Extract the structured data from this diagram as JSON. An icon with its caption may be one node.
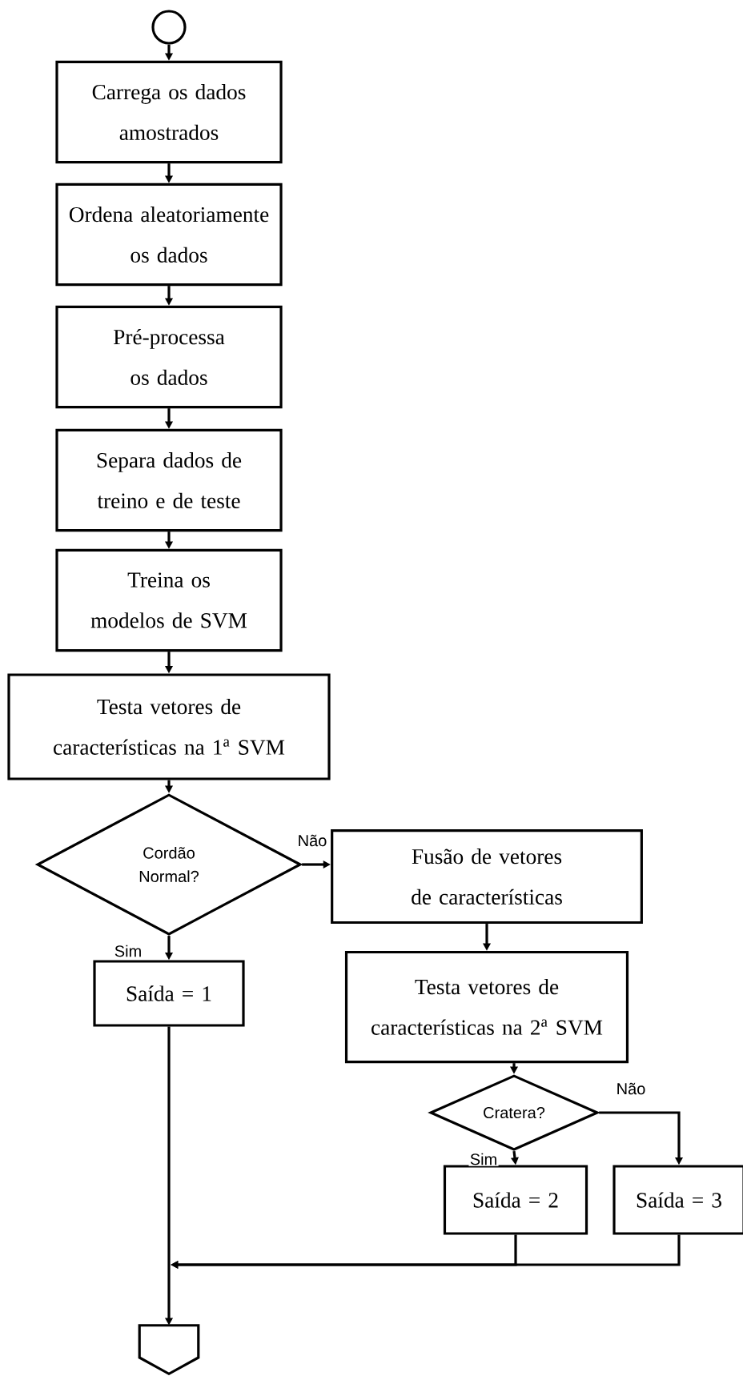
{
  "diagram": {
    "nodes": [
      {
        "text": [],
        "shape": "circle"
      },
      {
        "text": [
          "Carrega os dados amostrados"
        ]
      },
      {
        "text": [
          "Ordena aleatoriamente os dados"
        ]
      },
      {
        "text": [
          "Pré-processa os dados"
        ]
      },
      {
        "text": [
          "Separa dados de treino e de teste"
        ]
      },
      {
        "text": [
          "Treina os modelos de SVM"
        ]
      },
      {
        "text": [
          "Testa vetores de características na 1$^{a}$ SVM"
        ]
      },
      {
        "text": [
          "Cordão Normal?"
        ]
      },
      {
        "text": [
          "Fusão de vetores de características"
        ]
      },
      {
        "text": [
          "Saída = 1"
        ]
      },
      {
        "text": [
          "Testa vetores de características na 2$^{a}$ SVM"
        ]
      },
      {
        "text": [
          "Cratera?"
        ]
      },
      {
        "text": [
          "Saída = 2"
        ]
      },
      {
        "text": [
          "Saída = 3"
        ]
      },
      {
        "text": [],
        "shape": "pentagon"
      }
    ],
    "edges": [
      {
        "from": 0,
        "to": 1,
        "arrow": "to"
      },
      {
        "from": 1,
        "to": 2,
        "arrow": "to"
      },
      {
        "from": 2,
        "to": 3,
        "arrow": "to"
      },
      {
        "from": 3,
        "to": 4,
        "arrow": "to"
      },
      {
        "from": 4,
        "to": 5,
        "arrow": "to"
      },
      {
        "from": 5,
        "to": 6,
        "arrow": "to"
      },
      {
        "from": 6,
        "to": 7,
        "arrow": "to"
      },
      {
        "from": 7,
        "to": 8,
        "arrow": "to",
        "label": "Não"
      },
      {
        "from": 7,
        "to": 9,
        "arrow": "to",
        "label": "Sim"
      },
      {
        "from": 8,
        "to": 10,
        "arrow": "to"
      },
      {
        "from": 10,
        "to": 11,
        "arrow": "to"
      },
      {
        "from": 11,
        "to": 12,
        "arrow": "to",
        "label": "Sim"
      },
      {
        "from": 11,
        "to": 13,
        "arrow": "to",
        "label": "Não"
      },
      {
        "from": 9,
        "to": 14,
        "arrow": "to"
      },
      {
        "from": 12,
        "to": 14,
        "arrow": "to"
      },
      {
        "from": 13,
        "to": 14,
        "arrow": "to"
      }
    ]
  }
}
